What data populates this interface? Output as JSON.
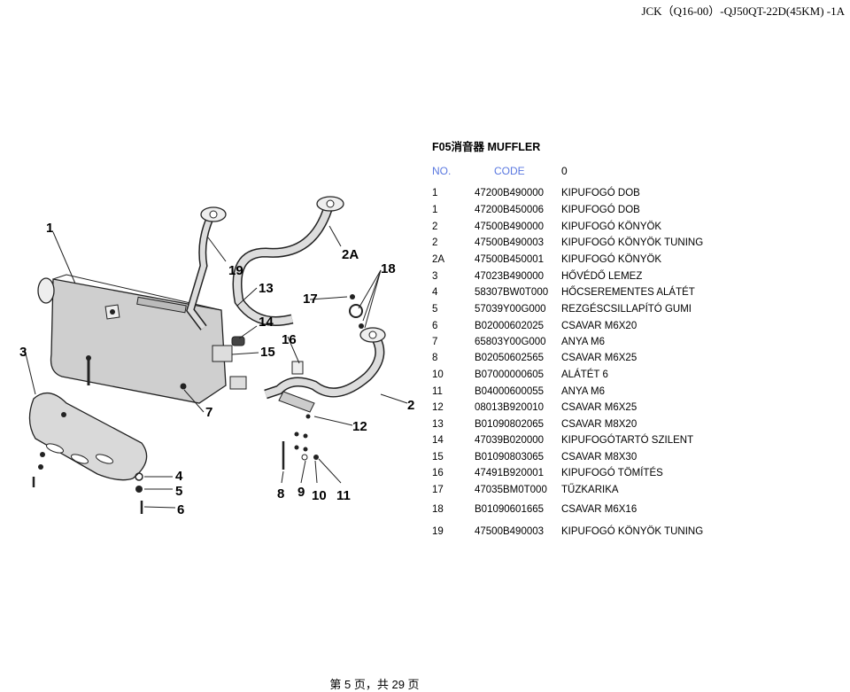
{
  "header": {
    "model": "JCK（Q16-00）-QJ50QT-22D(45KM) -1A"
  },
  "section_title": "F05消音器 MUFFLER",
  "columns": {
    "no": "NO.",
    "code": "CODE",
    "name": "0"
  },
  "parts": [
    {
      "no": "1",
      "code": "47200B490000",
      "name": "KIPUFOGÓ DOB"
    },
    {
      "no": "1",
      "code": "47200B450006",
      "name": "KIPUFOGÓ DOB"
    },
    {
      "no": "2",
      "code": "47500B490000",
      "name": "KIPUFOGÓ KÖNYÖK"
    },
    {
      "no": "2",
      "code": "47500B490003",
      "name": "KIPUFOGÓ KÖNYÖK TUNING"
    },
    {
      "no": "2A",
      "code": "47500B450001",
      "name": "KIPUFOGÓ KÖNYÖK"
    },
    {
      "no": "3",
      "code": "47023B490000",
      "name": "HŐVÉDŐ LEMEZ"
    },
    {
      "no": "4",
      "code": "58307BW0T000",
      "name": "HŐCSEREMENTES ALÁTÉT"
    },
    {
      "no": "5",
      "code": "57039Y00G000",
      "name": "REZGÉSCSILLAPÍTÓ GUMI"
    },
    {
      "no": "6",
      "code": "B02000602025",
      "name": "CSAVAR M6X20"
    },
    {
      "no": "7",
      "code": "65803Y00G000",
      "name": "ANYA M6"
    },
    {
      "no": "8",
      "code": "B02050602565",
      "name": "CSAVAR M6X25"
    },
    {
      "no": "10",
      "code": "B07000000605",
      "name": "ALÁTÉT 6"
    },
    {
      "no": "11",
      "code": "B04000600055",
      "name": "ANYA M6"
    },
    {
      "no": "12",
      "code": "08013B920010",
      "name": "CSAVAR M6X25"
    },
    {
      "no": "13",
      "code": "B01090802065",
      "name": "CSAVAR M8X20"
    },
    {
      "no": "14",
      "code": "47039B020000",
      "name": "KIPUFOGÓTARTÓ SZILENT"
    },
    {
      "no": "15",
      "code": "B01090803065",
      "name": "CSAVAR M8X30"
    },
    {
      "no": "16",
      "code": "47491B920001",
      "name": "KIPUFOGÓ TÖMÍTÉS"
    },
    {
      "no": "17",
      "code": "47035BM0T000",
      "name": "TŰZKARIKA"
    },
    {
      "no": "18",
      "code": "B01090601665",
      "name": "CSAVAR M6X16"
    },
    {
      "no": "19",
      "code": "47500B490003",
      "name": "KIPUFOGÓ KÖNYÖK TUNING"
    }
  ],
  "diagram": {
    "callouts": [
      "1",
      "19",
      "2A",
      "18",
      "13",
      "17",
      "14",
      "16",
      "15",
      "3",
      "7",
      "2",
      "12",
      "4",
      "5",
      "6",
      "8",
      "9",
      "10",
      "11"
    ]
  },
  "footer": {
    "page": "第 5 页，共 29 页"
  }
}
